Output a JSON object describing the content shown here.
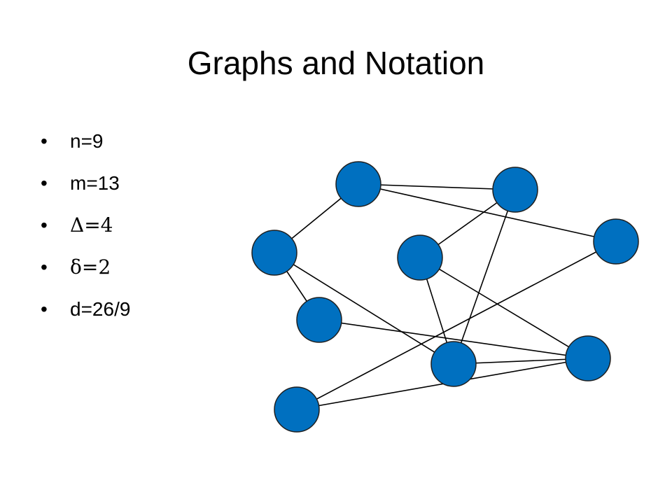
{
  "slide": {
    "title": "Graphs and Notation",
    "bullets": [
      {
        "text": " n=9",
        "font": "normal"
      },
      {
        "text": " m=13",
        "font": "normal"
      },
      {
        "text": "Δ=4",
        "font": "symbol"
      },
      {
        "text": "δ=2",
        "font": "symbol"
      },
      {
        "text": "d=26/9",
        "font": "normal"
      }
    ],
    "bullet_glyph": "•"
  },
  "graph": {
    "node_color": "#0070C0",
    "edge_color": "#000000",
    "nodes": [
      "v1",
      "v2",
      "v3",
      "v4",
      "v5",
      "v6",
      "v7",
      "v8",
      "v9"
    ],
    "edges": [
      [
        "v1",
        "v2"
      ],
      [
        "v1",
        "v3"
      ],
      [
        "v1",
        "v4"
      ],
      [
        "v2",
        "v5"
      ],
      [
        "v2",
        "v7"
      ],
      [
        "v5",
        "v8"
      ],
      [
        "v3",
        "v6"
      ],
      [
        "v3",
        "v7"
      ],
      [
        "v6",
        "v7"
      ],
      [
        "v7",
        "v8"
      ],
      [
        "v6",
        "v8"
      ],
      [
        "v8",
        "v9"
      ],
      [
        "v4",
        "v9"
      ]
    ]
  }
}
